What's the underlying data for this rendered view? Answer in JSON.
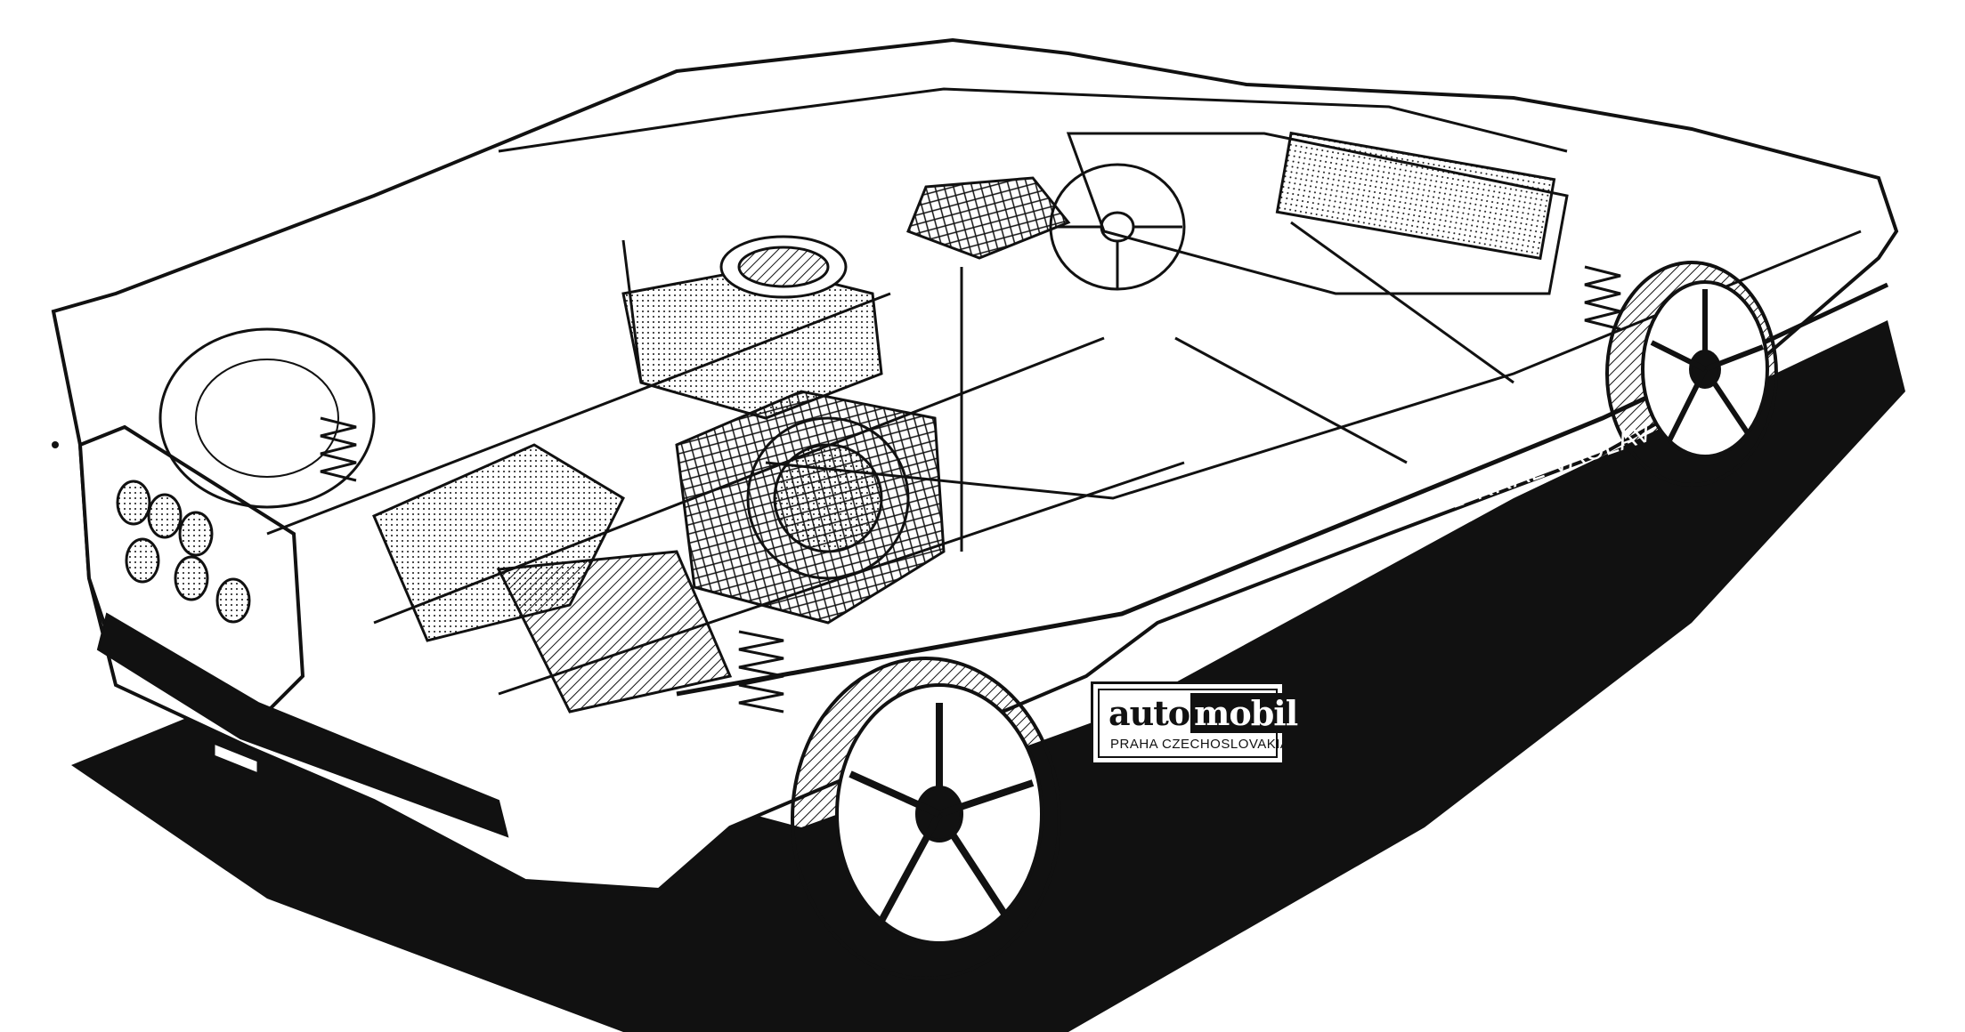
{
  "illustration": {
    "subject": "cutaway-car-drawing",
    "colors": {
      "ink": "#111111",
      "paper": "#ffffff"
    }
  },
  "signature": {
    "icon": "crown-icon",
    "text": "KRAL VACLAV"
  },
  "badge": {
    "brand_part1": "auto",
    "brand_part2": "mobil",
    "location": "PRAHA CZECHOSLOVAKIA"
  }
}
